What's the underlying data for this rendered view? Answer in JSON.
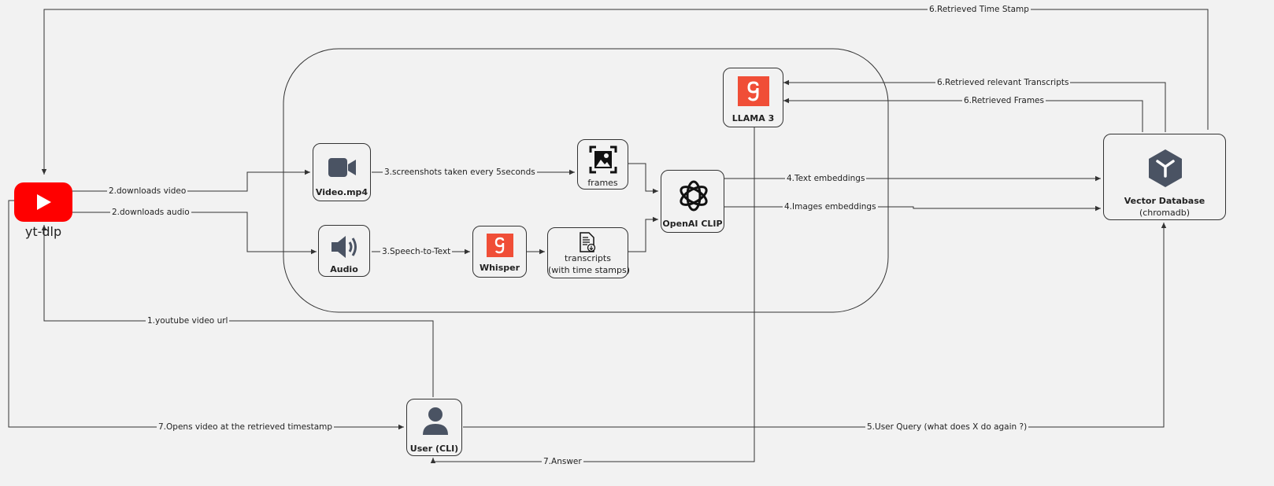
{
  "nodes": {
    "ytdlp": "yt-dlp",
    "video": "Video.mp4",
    "audio": "Audio",
    "frames": "frames",
    "whisper": "Whisper",
    "transcripts_line1": "transcripts",
    "transcripts_line2": "(with time stamps)",
    "clip": "OpenAI CLIP",
    "llama": "LLAMA 3",
    "vectordb_line1": "Vector Database",
    "vectordb_line2": "(chromadb)",
    "user": "User (CLI)"
  },
  "edges": {
    "downloads_video": "2.downloads video",
    "downloads_audio": "2.downloads audio",
    "screenshots": "3.screenshots taken every 5seconds",
    "speech_to_text": "3.Speech-to-Text",
    "text_embeddings": "4.Text embeddings",
    "images_embeddings": "4.Images embeddings",
    "retrieved_time_stamp": "6.Retrieved Time Stamp",
    "retrieved_transcripts": "6.Retrieved relevant Transcripts",
    "retrieved_frames": "6.Retrieved Frames",
    "youtube_url": "1.youtube video url",
    "opens_video": "7.Opens video at the retrieved timestamp",
    "user_query": "5.User Query (what does X do again ?)",
    "answer": "7.Answer"
  },
  "icons": {
    "ytdlp": "youtube-logo-icon",
    "video": "video-camera-icon",
    "audio": "speaker-icon",
    "frames": "image-frame-icon",
    "whisper": "whisper-logo-icon",
    "transcripts": "document-icon",
    "clip": "openai-logo-icon",
    "llama": "llama-logo-icon",
    "vectordb": "database-cube-icon",
    "user": "user-icon"
  },
  "colors": {
    "youtube_red": "#ff0000",
    "logo_orange": "#f04e37",
    "icon_slate": "#4a5363",
    "line": "#333333",
    "background": "#f2f2f2"
  }
}
